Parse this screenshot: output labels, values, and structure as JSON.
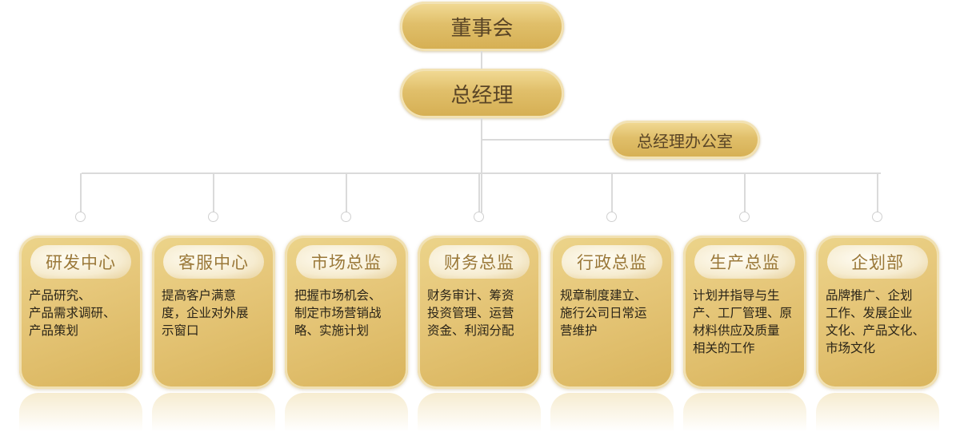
{
  "board": "董事会",
  "gm": "总经理",
  "gm_office": "总经理办公室",
  "departments": [
    {
      "title": "研发中心",
      "lines": [
        "产品研究、",
        "产品需求调研、",
        "产品策划"
      ]
    },
    {
      "title": "客服中心",
      "lines": [
        "提高客户满意",
        "度，企业对外展",
        "示窗口"
      ]
    },
    {
      "title": "市场总监",
      "lines": [
        "把握市场机会、",
        "制定市场营销战",
        "略、实施计划"
      ]
    },
    {
      "title": "财务总监",
      "lines": [
        "财务审计、筹资",
        "投资管理、运营",
        "资金、利润分配"
      ]
    },
    {
      "title": "行政总监",
      "lines": [
        "规章制度建立、",
        "施行公司日常运",
        "营维护"
      ]
    },
    {
      "title": "生产总监",
      "lines": [
        "计划并指导与生",
        "产、工厂管理、原",
        "材料供应及质量",
        "相关的工作"
      ]
    },
    {
      "title": "企划部",
      "lines": [
        "品牌推广、企划",
        "工作、发展企业",
        "文化、产品文化、",
        "市场文化"
      ]
    }
  ],
  "colors": {
    "gold": "#e0bf6a",
    "pill_text": "#9a7838",
    "line": "#dadada"
  }
}
